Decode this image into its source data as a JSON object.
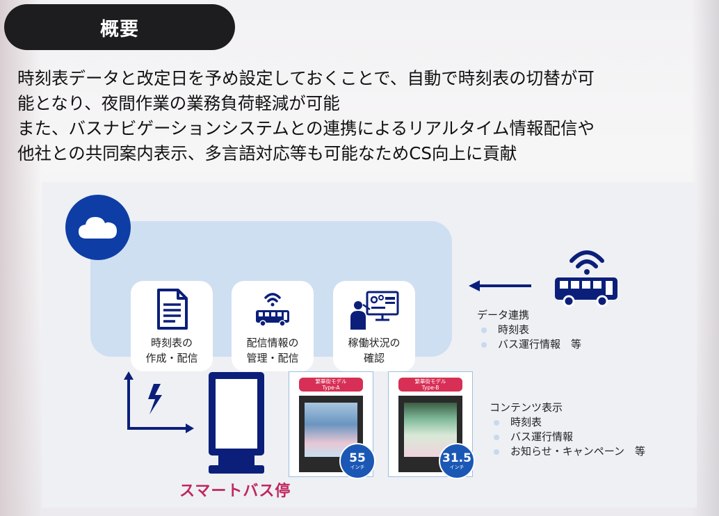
{
  "header": {
    "title": "概要"
  },
  "description": {
    "lines": [
      "時刻表データと改定日を予め設定しておくことで、自動で時刻表の切替が可",
      "能となり、夜間作業の業務負荷軽減が可能",
      "また、バスナビゲーションシステムとの連携によるリアルタイム情報配信や",
      "他社との共同案内表示、多言語対応等も可能なためCS向上に貢献"
    ]
  },
  "cloud": {
    "icon": "cloud-icon",
    "cards": [
      {
        "icon": "document-icon",
        "line1": "時刻表の",
        "line2": "作成・配信"
      },
      {
        "icon": "bus-wifi-icon",
        "line1": "配信情報の",
        "line2": "管理・配信"
      },
      {
        "icon": "monitor-operator-icon",
        "line1": "稼働状況の",
        "line2": "確認"
      }
    ]
  },
  "data_link": {
    "title": "データ連携",
    "items": [
      "時刻表",
      "バス運行情報　等"
    ]
  },
  "signage": {
    "label": "スマートバス停",
    "models": [
      {
        "tag_line1": "繁華街モデル",
        "tag_line2": "Type-A",
        "size": "55",
        "unit": "インチ"
      },
      {
        "tag_line1": "繁華街モデル",
        "tag_line2": "Type-B",
        "size": "31.5",
        "unit": "インチ"
      }
    ]
  },
  "content_display": {
    "title": "コンテンツ表示",
    "items": [
      "時刻表",
      "バス運行情報",
      "お知らせ・キャンペーン　等"
    ]
  },
  "colors": {
    "navy": "#0e3da6",
    "dark_navy": "#0b1f7a",
    "accent_pink": "#c0275b",
    "cloud_box": "#cfdff2"
  }
}
